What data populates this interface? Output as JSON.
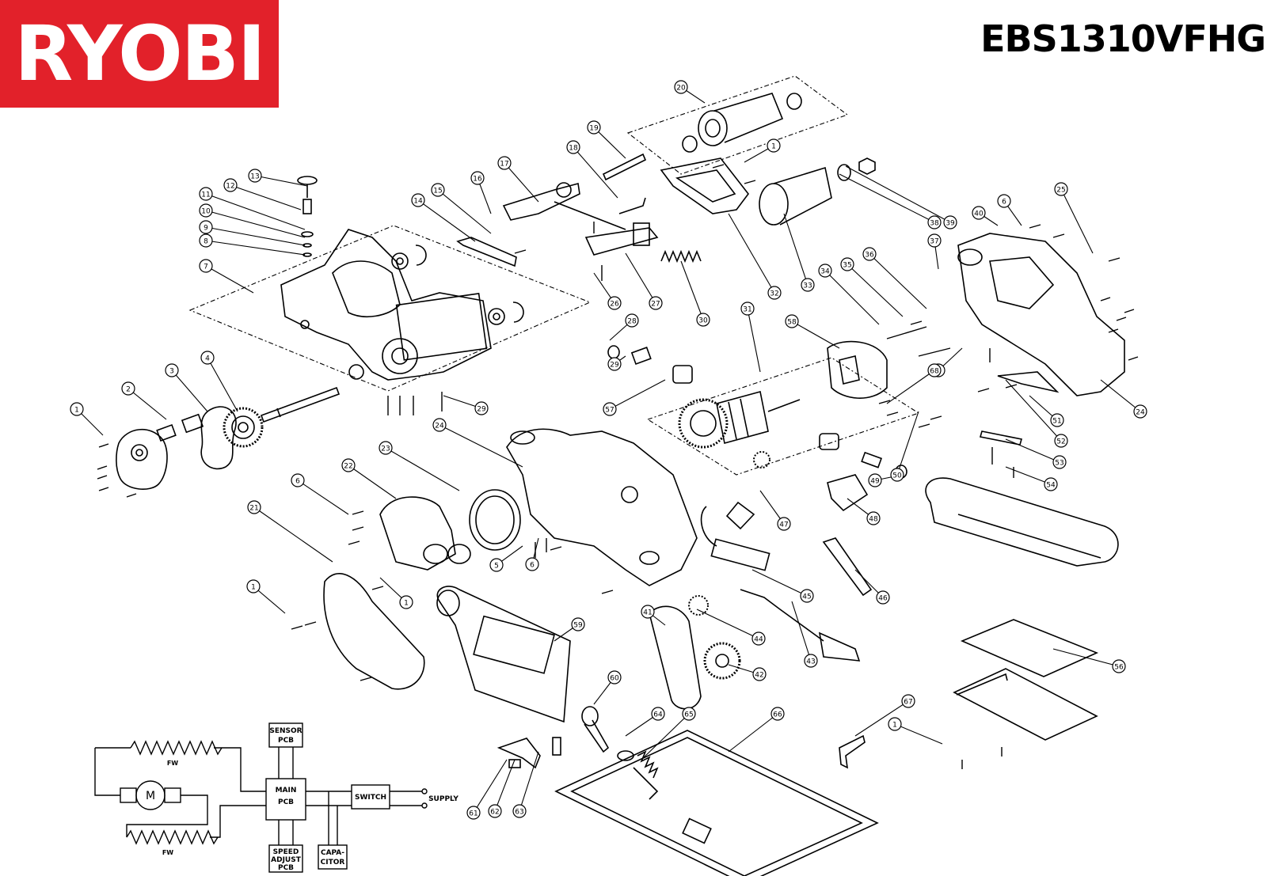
{
  "brand": {
    "logo": "RYOBI",
    "color": "#e2212a"
  },
  "model": "EBS1310VFHG",
  "callouts": [
    "1",
    "1",
    "1",
    "1",
    "1",
    "2",
    "3",
    "4",
    "5",
    "5",
    "6",
    "6",
    "6",
    "7",
    "8",
    "9",
    "10",
    "11",
    "12",
    "13",
    "14",
    "15",
    "16",
    "17",
    "18",
    "19",
    "20",
    "21",
    "22",
    "23",
    "24",
    "24",
    "25",
    "26",
    "27",
    "28",
    "29",
    "29",
    "30",
    "31",
    "32",
    "33",
    "34",
    "35",
    "36",
    "37",
    "38",
    "39",
    "40",
    "41",
    "42",
    "43",
    "44",
    "45",
    "46",
    "47",
    "48",
    "49",
    "50",
    "51",
    "52",
    "53",
    "54",
    "56",
    "57",
    "58",
    "59",
    "60",
    "61",
    "62",
    "63",
    "64",
    "65",
    "66",
    "67",
    "68"
  ],
  "schematic": {
    "sensor_pcb": "SENSOR PCB",
    "main_pcb": "MAIN PCB",
    "speed_adjust_pcb": "SPEED ADJUST PCB",
    "capacitor": "CAPA- CITOR",
    "switch": "SWITCH",
    "supply": "SUPPLY",
    "motor": "M",
    "field_winding_top": "FW",
    "field_winding_bottom": "FW"
  }
}
